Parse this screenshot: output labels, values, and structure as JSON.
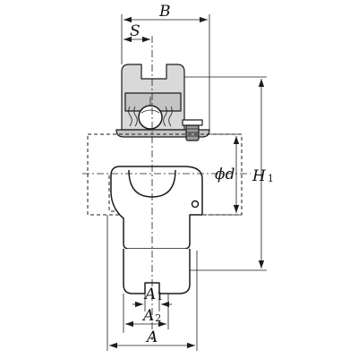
{
  "colors": {
    "line": "#1c1c1c",
    "shade_light": "#d9d9d9",
    "shade_mid": "#c4c4c4",
    "shade_dark": "#9a9a9a",
    "background": "#ffffff"
  },
  "dimensions": {
    "b": {
      "label": "B"
    },
    "s": {
      "label": "S"
    },
    "phi_d": {
      "label": "ϕd"
    },
    "h1": {
      "label": "H",
      "sub": "1"
    },
    "a1": {
      "label": "A",
      "sub": "1"
    },
    "a2": {
      "label": "A",
      "sub": "2"
    },
    "a": {
      "label": "A"
    }
  }
}
